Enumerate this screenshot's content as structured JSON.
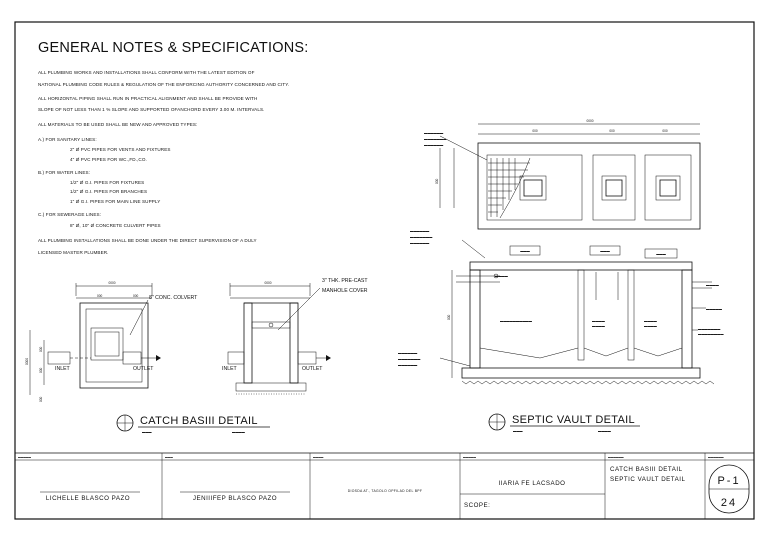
{
  "notes": {
    "title": "GENERAL NOTES & SPECIFICATIONS:",
    "lines": [
      "ALL PLUMBING WORKS AND INSTALLATIONS SHALL CONFORM WITH THE LATEST EDITION OF",
      "NATIONAL PLUMBING CODE RULES & REGULATION OF THE ENFORCING AUTHORITY CONCERNED AND CITY.",
      "ALL HORIZONTAL PIPING SHALL RUN IN PRACTICAL ALIGNMENT AND SHALL BE PROVIDE WITH",
      "SLOPE OF NOT LESS THAN 1 % SLOPE AND SUPPORTED OFANCHORD EVERY 3.00 M. INTERVALS.",
      "ALL MATERIALS TO BE USED SHALL BE NEW AND APPROVED TYPES:",
      "A.) FOR SANITARY LINES:",
      "2\" Ø PVC PIPES FOR VENTS AND FIXTURES",
      "4\" Ø PVC PIPES FOR WC.,FD.,CO.",
      "B.) FOR WATER LINES:",
      "1/2\" Ø G.I. PIPES FOR FIXTURES",
      "1/2\" Ø G.I. PIPES FOR BRANCHES",
      "1\" Ø G.I. PIPES FOR MAIN LINE SUPPLY",
      "C.) FOR SEWERAGE LINES:",
      "8\" Ø, 10\" Ø CONCRETE CULVERT PIPES",
      "ALL PLUMBING INSTALLATIONS SHALL BE DONE UNDER THE DIRECT SUPERVISION OF A DULY",
      "LICENSED MASTER PLUMBER."
    ]
  },
  "catch_basin": {
    "label_culvert": "8\" CONC. COLVERT",
    "label_cover_1": "3\" THK. PRE-CAST",
    "label_cover_2": "MANHOLE COVER",
    "inlet": "INLET",
    "outlet": "OUTLET",
    "title": "CATCH BASIII DETAIL"
  },
  "septic_vault": {
    "title": "SEPTIC VAULT DETAIL"
  },
  "title_block": {
    "name_1": "LICHELLE BLASCO PAZO",
    "name_2": "JENIIIFEP BLASCO PAZO",
    "name_3": "DIOSDA AT., TAGOLO OPFILAD DEL BPF",
    "name_4": "IIARIA FE LACSADO",
    "scope_label": "SCOPE:",
    "sheet_contents_1": "CATCH BASIII DETAIL",
    "sheet_contents_2": "SEPTIC VAULT DETAIL",
    "sheet_no": "P-1",
    "sheet_total": "24"
  }
}
